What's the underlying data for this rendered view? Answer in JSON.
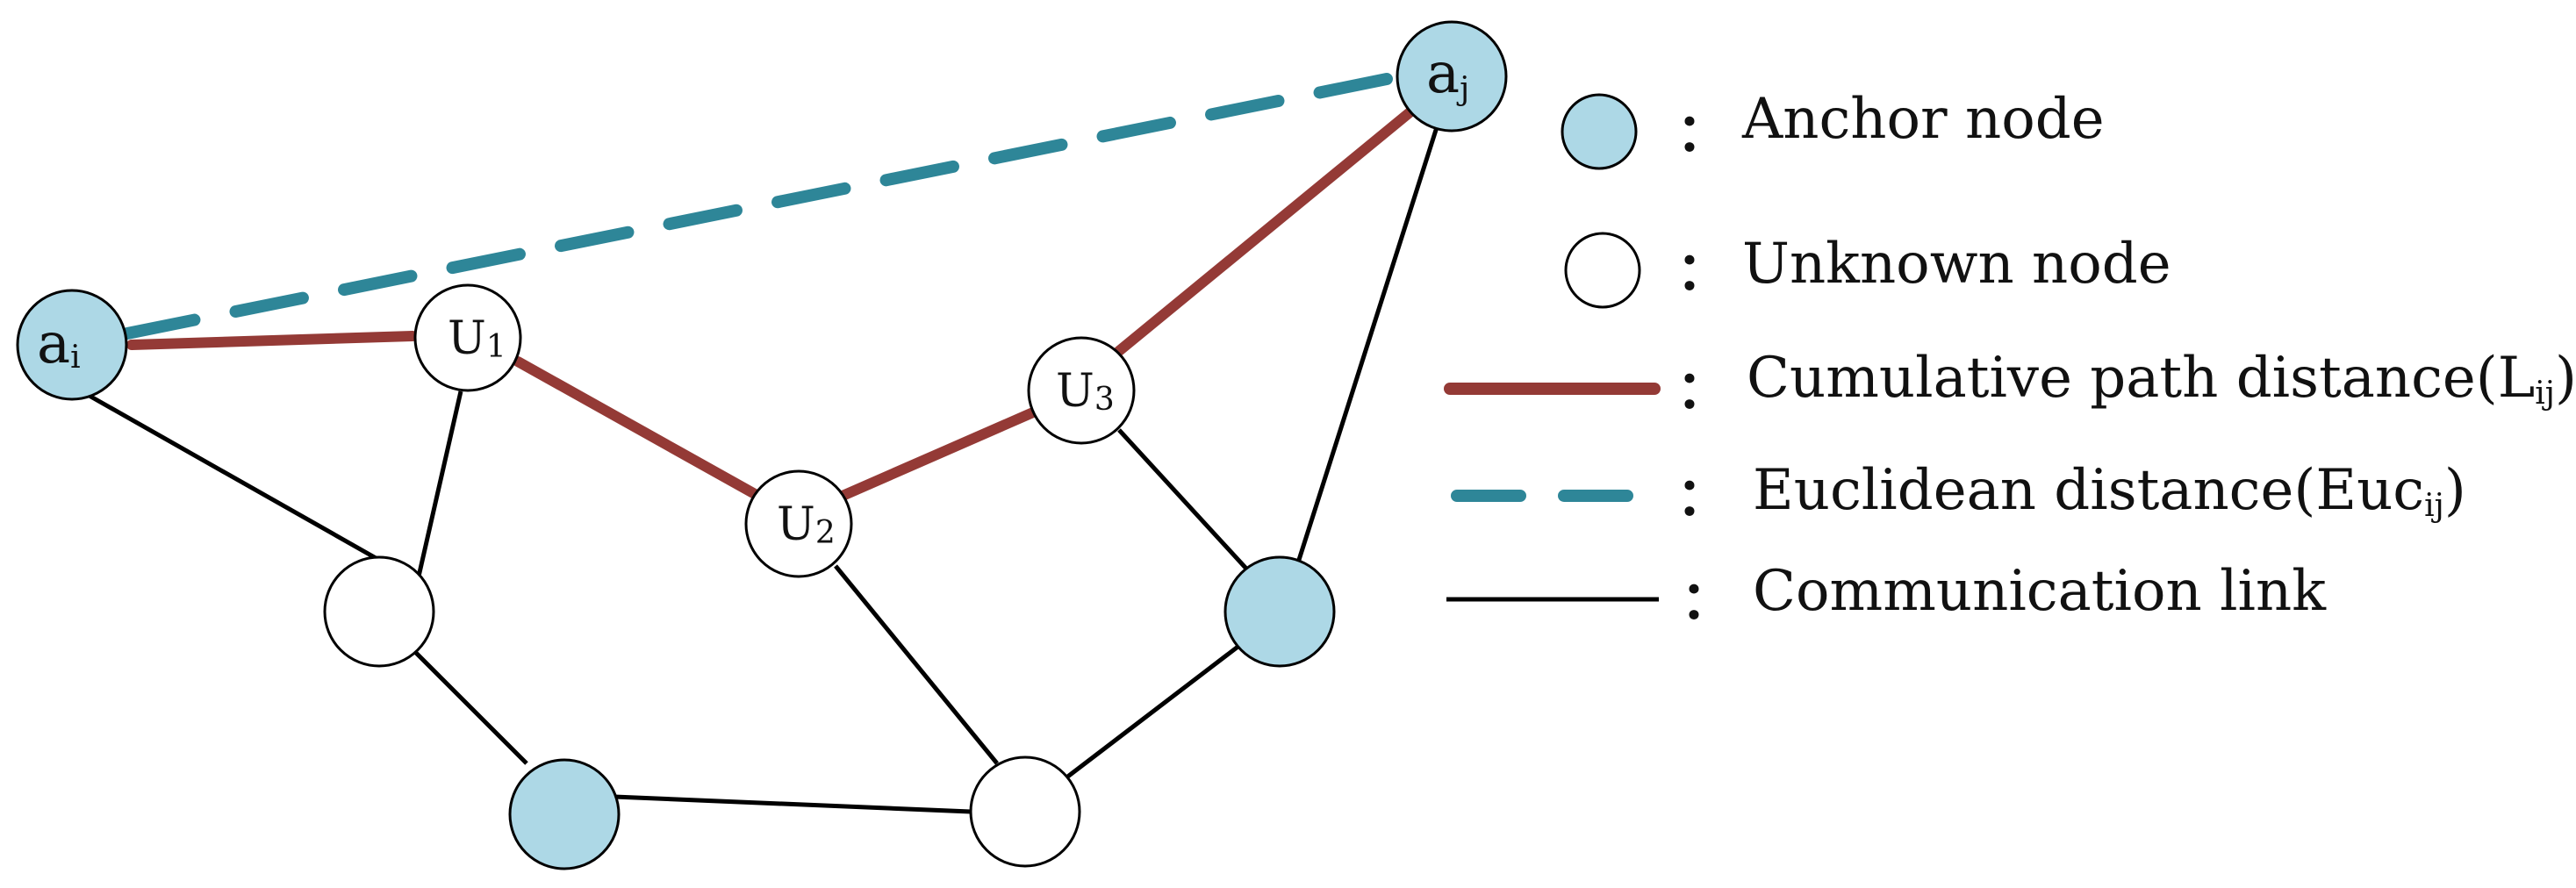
{
  "colors": {
    "anchor_fill": "#add8e6",
    "unknown_fill": "#ffffff",
    "cumulative_path": "#943a36",
    "euclidean": "#2e8698",
    "communication_link": "#000000"
  },
  "nodes": {
    "ai": {
      "label": "a",
      "sub": "i",
      "type": "anchor"
    },
    "aj": {
      "label": "a",
      "sub": "j",
      "type": "anchor"
    },
    "u1": {
      "label": "U",
      "sub": "1",
      "type": "unknown"
    },
    "u2": {
      "label": "U",
      "sub": "2",
      "type": "unknown"
    },
    "u3": {
      "label": "U",
      "sub": "3",
      "type": "unknown"
    },
    "n_left_mid": {
      "type": "unknown"
    },
    "n_right_mid": {
      "type": "anchor"
    },
    "n_bottom_left": {
      "type": "anchor"
    },
    "n_bottom_right": {
      "type": "unknown"
    }
  },
  "legend": {
    "separator": "：",
    "anchor_node": "Anchor node",
    "unknown_node": "Unknown node",
    "cumulative_path": {
      "text": "Cumulative path distance(L",
      "sub": "ij",
      "close": ")"
    },
    "euclidean": {
      "text": "Euclidean distance(Euc",
      "sub": "ij",
      "close": ")"
    },
    "communication_link": "Communication link"
  }
}
